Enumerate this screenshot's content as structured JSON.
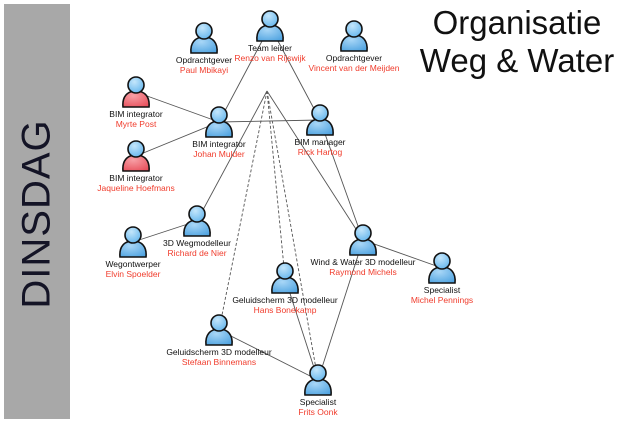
{
  "sidebar": {
    "label": "DINSDAG"
  },
  "title": {
    "line1": "Organisatie",
    "line2": "Weg & Water"
  },
  "colors": {
    "name_text": "#f03c2c",
    "person_blue": "#4fa3e0",
    "person_red": "#e8505c",
    "sidebar_bg": "#a8a8a8"
  },
  "nodes": [
    {
      "id": "opdrachtgever-paul",
      "role": "Opdrachtgever",
      "name": "Paul Mbikayi",
      "icon": "person-blue-icon"
    },
    {
      "id": "team-leider",
      "role": "Team leider",
      "name": "Renzo van Rijswijk",
      "icon": "person-blue-icon"
    },
    {
      "id": "opdrachtgever-vincent",
      "role": "Opdrachtgever",
      "name": "Vincent van der Meijden",
      "icon": "person-blue-icon"
    },
    {
      "id": "bim-integrator-myrte",
      "role": "BIM integrator",
      "name": "Myrte Post",
      "icon": "person-red-icon"
    },
    {
      "id": "bim-integrator-johan",
      "role": "BIM integrator",
      "name": "Johan Mulder",
      "icon": "person-blue-icon"
    },
    {
      "id": "bim-manager",
      "role": "BIM manager",
      "name": "Rick Hartog",
      "icon": "person-blue-icon"
    },
    {
      "id": "bim-integrator-jaqueline",
      "role": "BIM integrator",
      "name": "Jaqueline Hoefmans",
      "icon": "person-red-icon"
    },
    {
      "id": "wegontwerper",
      "role": "Wegontwerper",
      "name": "Elvin Spoelder",
      "icon": "person-blue-icon"
    },
    {
      "id": "3d-wegmodelleur",
      "role": "3D Wegmodelleur",
      "name": "Richard de Nier",
      "icon": "person-blue-icon"
    },
    {
      "id": "geluidscherm-hans",
      "role": "Geluidscherm 3D modelleur",
      "name": "Hans Bonekamp",
      "icon": "person-blue-icon"
    },
    {
      "id": "wind-water",
      "role": "Wind & Water 3D modelleur",
      "name": "Raymond Michels",
      "icon": "person-blue-icon"
    },
    {
      "id": "specialist-michel",
      "role": "Specialist",
      "name": "Michel Pennings",
      "icon": "person-blue-icon"
    },
    {
      "id": "geluidscherm-stefaan",
      "role": "Geluidscherm 3D modelleur",
      "name": "Stefaan Binnemans",
      "icon": "person-blue-icon"
    },
    {
      "id": "specialist-frits",
      "role": "Specialist",
      "name": "Frits Oonk",
      "icon": "person-blue-icon"
    }
  ],
  "edges": [
    {
      "from": "team-leider",
      "to": "bim-integrator-johan",
      "style": "solid"
    },
    {
      "from": "team-leider",
      "to": "bim-manager",
      "style": "solid"
    },
    {
      "from": "bim-integrator-myrte",
      "to": "bim-integrator-johan",
      "style": "solid"
    },
    {
      "from": "bim-integrator-jaqueline",
      "to": "bim-integrator-johan",
      "style": "solid"
    },
    {
      "from": "bim-integrator-johan",
      "to": "bim-manager",
      "style": "solid"
    },
    {
      "from": "hub",
      "to": "3d-wegmodelleur",
      "style": "solid"
    },
    {
      "from": "hub",
      "to": "geluidscherm-stefaan",
      "style": "dashed"
    },
    {
      "from": "hub",
      "to": "geluidscherm-hans",
      "style": "dashed"
    },
    {
      "from": "hub",
      "to": "specialist-frits",
      "style": "dashed"
    },
    {
      "from": "hub",
      "to": "wind-water",
      "style": "solid"
    },
    {
      "from": "bim-manager",
      "to": "wind-water",
      "style": "solid"
    },
    {
      "from": "wegontwerper",
      "to": "3d-wegmodelleur",
      "style": "solid"
    },
    {
      "from": "wind-water",
      "to": "specialist-michel",
      "style": "solid"
    },
    {
      "from": "wind-water",
      "to": "specialist-frits",
      "style": "solid"
    },
    {
      "from": "geluidscherm-hans",
      "to": "specialist-frits",
      "style": "solid"
    },
    {
      "from": "geluidscherm-stefaan",
      "to": "specialist-frits",
      "style": "solid"
    }
  ]
}
